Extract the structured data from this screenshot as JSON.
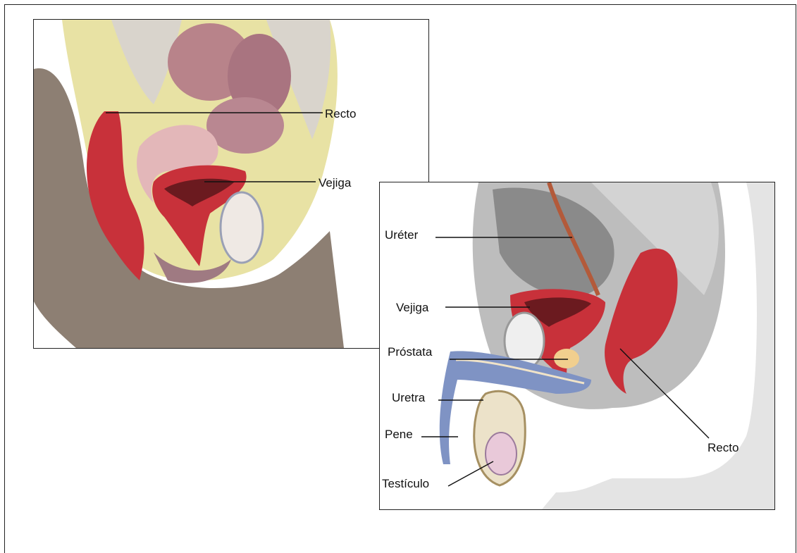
{
  "female_diagram": {
    "labels": {
      "rectum": "Recto",
      "bladder": "Vejiga"
    }
  },
  "male_diagram": {
    "labels": {
      "ureter": "Uréter",
      "bladder": "Vejiga",
      "prostate": "Próstata",
      "urethra": "Uretra",
      "penis": "Pene",
      "testicle": "Testículo",
      "rectum": "Recto"
    }
  },
  "colors": {
    "organ_red": "#c8313a",
    "organ_light": "#e9a39d",
    "fat_yellow": "#e8e2a4",
    "skin_dark": "#8d7f73",
    "bone_gray": "#d9d4cc",
    "tissue_blue": "#7f93c4",
    "gray_shading": "#bdbdbd"
  }
}
